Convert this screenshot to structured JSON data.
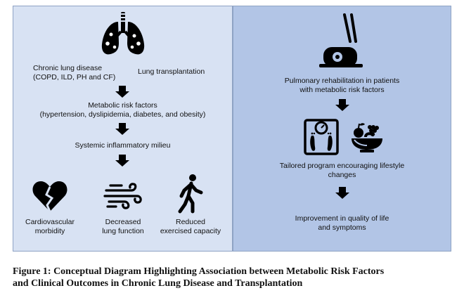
{
  "left_panel": {
    "chronic_lung_disease": "Chronic lung disease",
    "chronic_lung_disease_detail": "(COPD, ILD, PH and CF)",
    "lung_transplantation": "Lung transplantation",
    "metabolic_risk_factors": "Metabolic risk factors",
    "metabolic_risk_factors_detail": "(hypertension, dyslipidemia, diabetes, and obesity)",
    "systemic_inflammatory": "Systemic inflammatory milieu",
    "outcomes": [
      {
        "line1": "Cardiovascular",
        "line2": "morbidity",
        "icon": "broken-heart-icon"
      },
      {
        "line1": "Decreased",
        "line2": "lung function",
        "icon": "wind-icon"
      },
      {
        "line1": "Reduced",
        "line2": "exercised capacity",
        "icon": "walking-person-icon"
      }
    ]
  },
  "right_panel": {
    "rehab_line1": "Pulmonary rehabilitation in patients",
    "rehab_line2": "with metabolic risk factors",
    "tailored_line1": "Tailored program encouraging lifestyle",
    "tailored_line2": "changes",
    "improvement_line1": "Improvement in quality of life",
    "improvement_line2": "and symptoms"
  },
  "caption": {
    "line1": "Figure 1: Conceptual Diagram Highlighting Association between Metabolic Risk Factors",
    "line2": "and Clinical Outcomes in Chronic Lung Disease and Transplantation"
  },
  "colors": {
    "left_background": "#d8e2f3",
    "right_background": "#b2c5e6",
    "icon": "#000000"
  }
}
